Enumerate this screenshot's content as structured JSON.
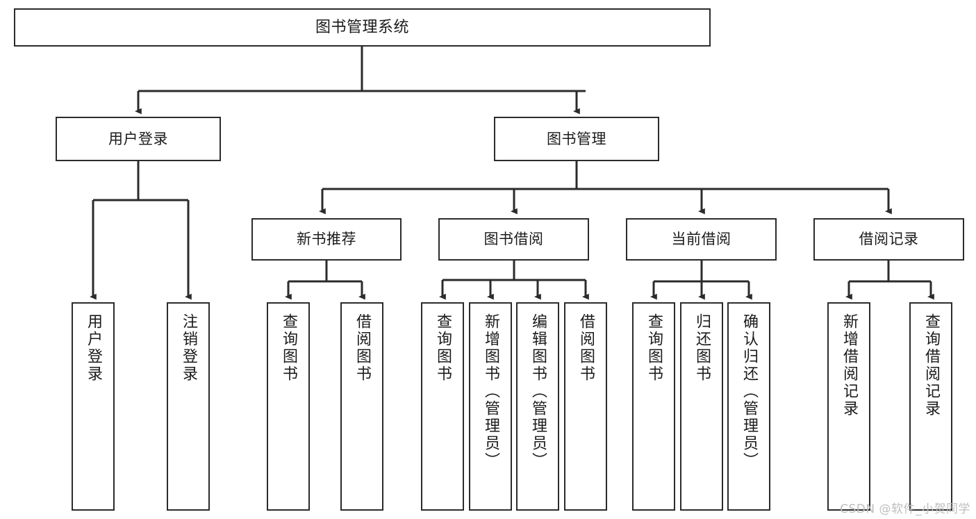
{
  "diagram": {
    "type": "hierarchy-tree",
    "title": "图书管理系统",
    "watermark": "CSDN @软件_小贺同学",
    "colors": {
      "border": "#2b2b2b",
      "background": "#ffffff",
      "text": "#1b1b1b",
      "watermark": "#bdbdbd"
    },
    "levels": {
      "root": "图书管理系统",
      "level2": [
        "用户登录",
        "图书管理"
      ],
      "level3": [
        "新书推荐",
        "图书借阅",
        "当前借阅",
        "借阅记录"
      ],
      "leaves": [
        "用户登录",
        "注销登录",
        "查询图书",
        "借阅图书",
        "查询图书",
        "新增图书（管理员）",
        "编辑图书（管理员）",
        "借阅图书",
        "查询图书",
        "归还图书",
        "确认归还（管理员）",
        "新增借阅记录",
        "查询借阅记录"
      ]
    },
    "nodes": {
      "root": {
        "label": "图书管理系统"
      },
      "user_login": {
        "label": "用户登录"
      },
      "book_manage": {
        "label": "图书管理"
      },
      "new_book_rec": {
        "label": "新书推荐"
      },
      "book_borrow": {
        "label": "图书借阅"
      },
      "current_borrow": {
        "label": "当前借阅"
      },
      "borrow_record": {
        "label": "借阅记录"
      },
      "leaf_user_login": {
        "label": "用户登录"
      },
      "leaf_logout": {
        "label": "注销登录"
      },
      "leaf_query_book_a": {
        "label": "查询图书"
      },
      "leaf_borrow_book_a": {
        "label": "借阅图书"
      },
      "leaf_query_book_b": {
        "label": "查询图书"
      },
      "leaf_add_book_admin": {
        "label": "新增图书（管理员）"
      },
      "leaf_edit_book_admin": {
        "label": "编辑图书（管理员）"
      },
      "leaf_borrow_book_b": {
        "label": "借阅图书"
      },
      "leaf_query_book_c": {
        "label": "查询图书"
      },
      "leaf_return_book": {
        "label": "归还图书"
      },
      "leaf_confirm_return_admin": {
        "label": "确认归还（管理员）"
      },
      "leaf_add_record": {
        "label": "新增借阅记录"
      },
      "leaf_query_record": {
        "label": "查询借阅记录"
      }
    },
    "edges": [
      {
        "from": "root",
        "to": "user_login"
      },
      {
        "from": "root",
        "to": "book_manage"
      },
      {
        "from": "user_login",
        "to": "leaf_user_login"
      },
      {
        "from": "user_login",
        "to": "leaf_logout"
      },
      {
        "from": "book_manage",
        "to": "new_book_rec"
      },
      {
        "from": "book_manage",
        "to": "book_borrow"
      },
      {
        "from": "book_manage",
        "to": "current_borrow"
      },
      {
        "from": "book_manage",
        "to": "borrow_record"
      },
      {
        "from": "new_book_rec",
        "to": "leaf_query_book_a"
      },
      {
        "from": "new_book_rec",
        "to": "leaf_borrow_book_a"
      },
      {
        "from": "book_borrow",
        "to": "leaf_query_book_b"
      },
      {
        "from": "book_borrow",
        "to": "leaf_add_book_admin"
      },
      {
        "from": "book_borrow",
        "to": "leaf_edit_book_admin"
      },
      {
        "from": "book_borrow",
        "to": "leaf_borrow_book_b"
      },
      {
        "from": "current_borrow",
        "to": "leaf_query_book_c"
      },
      {
        "from": "current_borrow",
        "to": "leaf_return_book"
      },
      {
        "from": "current_borrow",
        "to": "leaf_confirm_return_admin"
      },
      {
        "from": "borrow_record",
        "to": "leaf_add_record"
      },
      {
        "from": "borrow_record",
        "to": "leaf_query_record"
      }
    ]
  }
}
